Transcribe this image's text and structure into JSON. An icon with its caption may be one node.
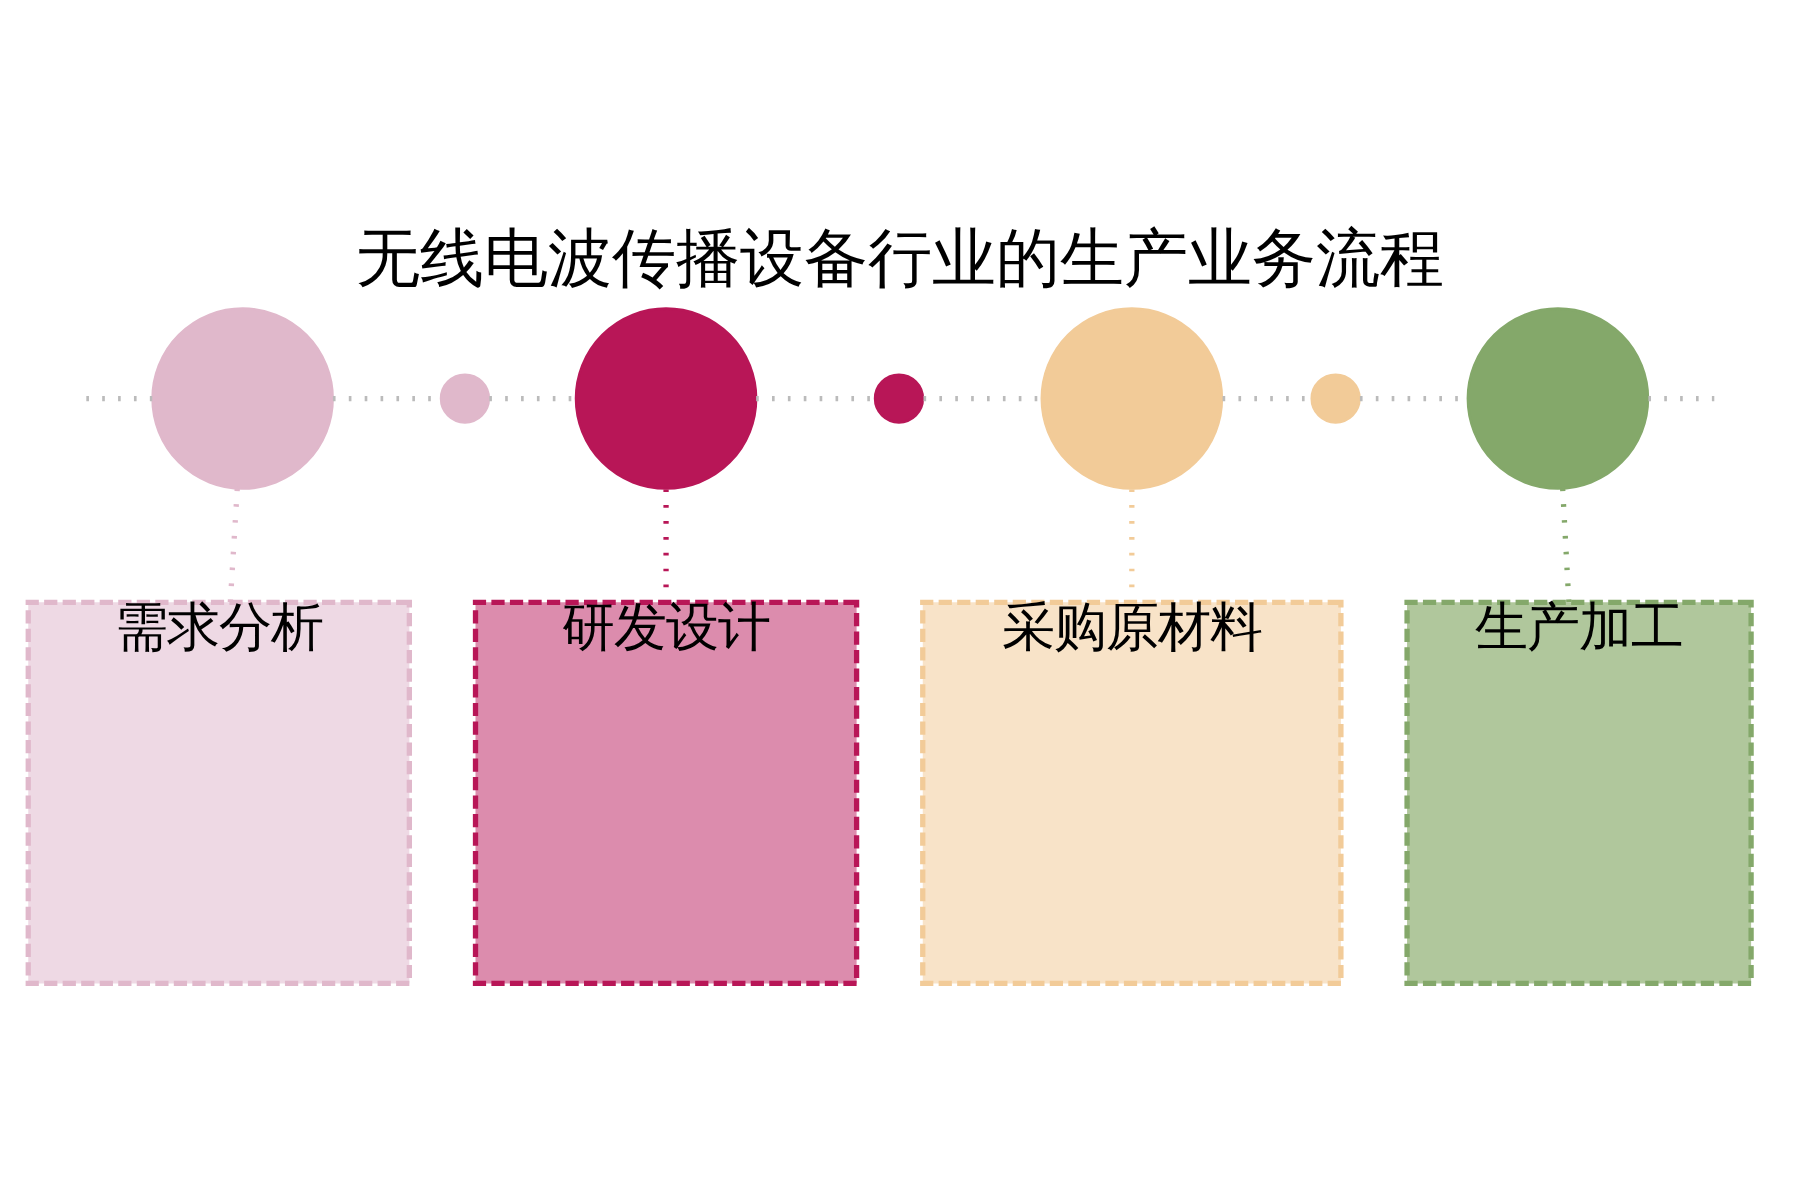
{
  "diagram": {
    "title": "无线电波传播设备行业的生产业务流程",
    "nodes": [
      {
        "text": [],
        "shape": "circle"
      },
      {
        "text": [],
        "shape": "circle"
      },
      {
        "text": [],
        "shape": "circle"
      },
      {
        "text": [],
        "shape": "circle"
      },
      {
        "text": [],
        "shape": "circle"
      },
      {
        "text": [],
        "shape": "circle"
      },
      {
        "text": [],
        "shape": "circle"
      },
      {
        "text": [
          "需求分析"
        ]
      },
      {
        "text": [
          "研发设计"
        ]
      },
      {
        "text": [
          "采购原材料"
        ]
      },
      {
        "text": [
          "生产加工"
        ]
      }
    ],
    "edges": [
      {
        "from": null,
        "to": 0,
        "arrow": "none",
        "style": "dashed"
      },
      {
        "from": 0,
        "to": 1,
        "arrow": "none",
        "style": "dashed"
      },
      {
        "from": 1,
        "to": 2,
        "arrow": "none",
        "style": "dashed"
      },
      {
        "from": 2,
        "to": 3,
        "arrow": "none",
        "style": "dashed"
      },
      {
        "from": 3,
        "to": 4,
        "arrow": "none",
        "style": "dashed"
      },
      {
        "from": 4,
        "to": 5,
        "arrow": "none",
        "style": "dashed"
      },
      {
        "from": 5,
        "to": 6,
        "arrow": "none",
        "style": "dashed"
      },
      {
        "from": 6,
        "to": null,
        "arrow": "none",
        "style": "dashed"
      },
      {
        "from": 0,
        "to": 7,
        "arrow": "none",
        "style": "dashed",
        "color": "#e0b8cb"
      },
      {
        "from": 2,
        "to": 8,
        "arrow": "none",
        "style": "dashed",
        "color": "#b81657"
      },
      {
        "from": 4,
        "to": 9,
        "arrow": "none",
        "style": "dashed",
        "color": "#f2cb98"
      },
      {
        "from": 6,
        "to": 10,
        "arrow": "none",
        "style": "dashed",
        "color": "#84a86a"
      }
    ]
  }
}
